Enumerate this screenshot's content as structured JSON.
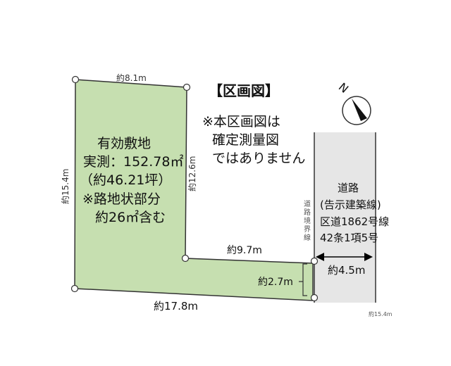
{
  "title": "【区画図】",
  "notice": [
    "※本区画図は",
    "確定測量図",
    "ではありません"
  ],
  "lot": {
    "label": [
      "有効敷地",
      "実測：152.78㎡",
      "（約46.21坪）",
      "※路地状部分",
      "約26㎡含む"
    ],
    "fill_color": "#c6dfb0"
  },
  "dimensions": {
    "top": "約8.1m",
    "left": "約15.4m",
    "inner_right": "約12.6m",
    "inner_bottom": "約9.7m",
    "frontage": "約2.7m",
    "bottom": "約17.8m",
    "road_width": "約4.5m",
    "road_length": "約15.4m"
  },
  "road": {
    "label": [
      "道路",
      "(告示建築線)",
      "区道1862号線",
      "42条1項5号"
    ],
    "boundary_label": [
      "道",
      "路",
      "境",
      "界",
      "線"
    ],
    "fill_color": "#e6e6e6"
  },
  "compass": {
    "label": "N"
  }
}
